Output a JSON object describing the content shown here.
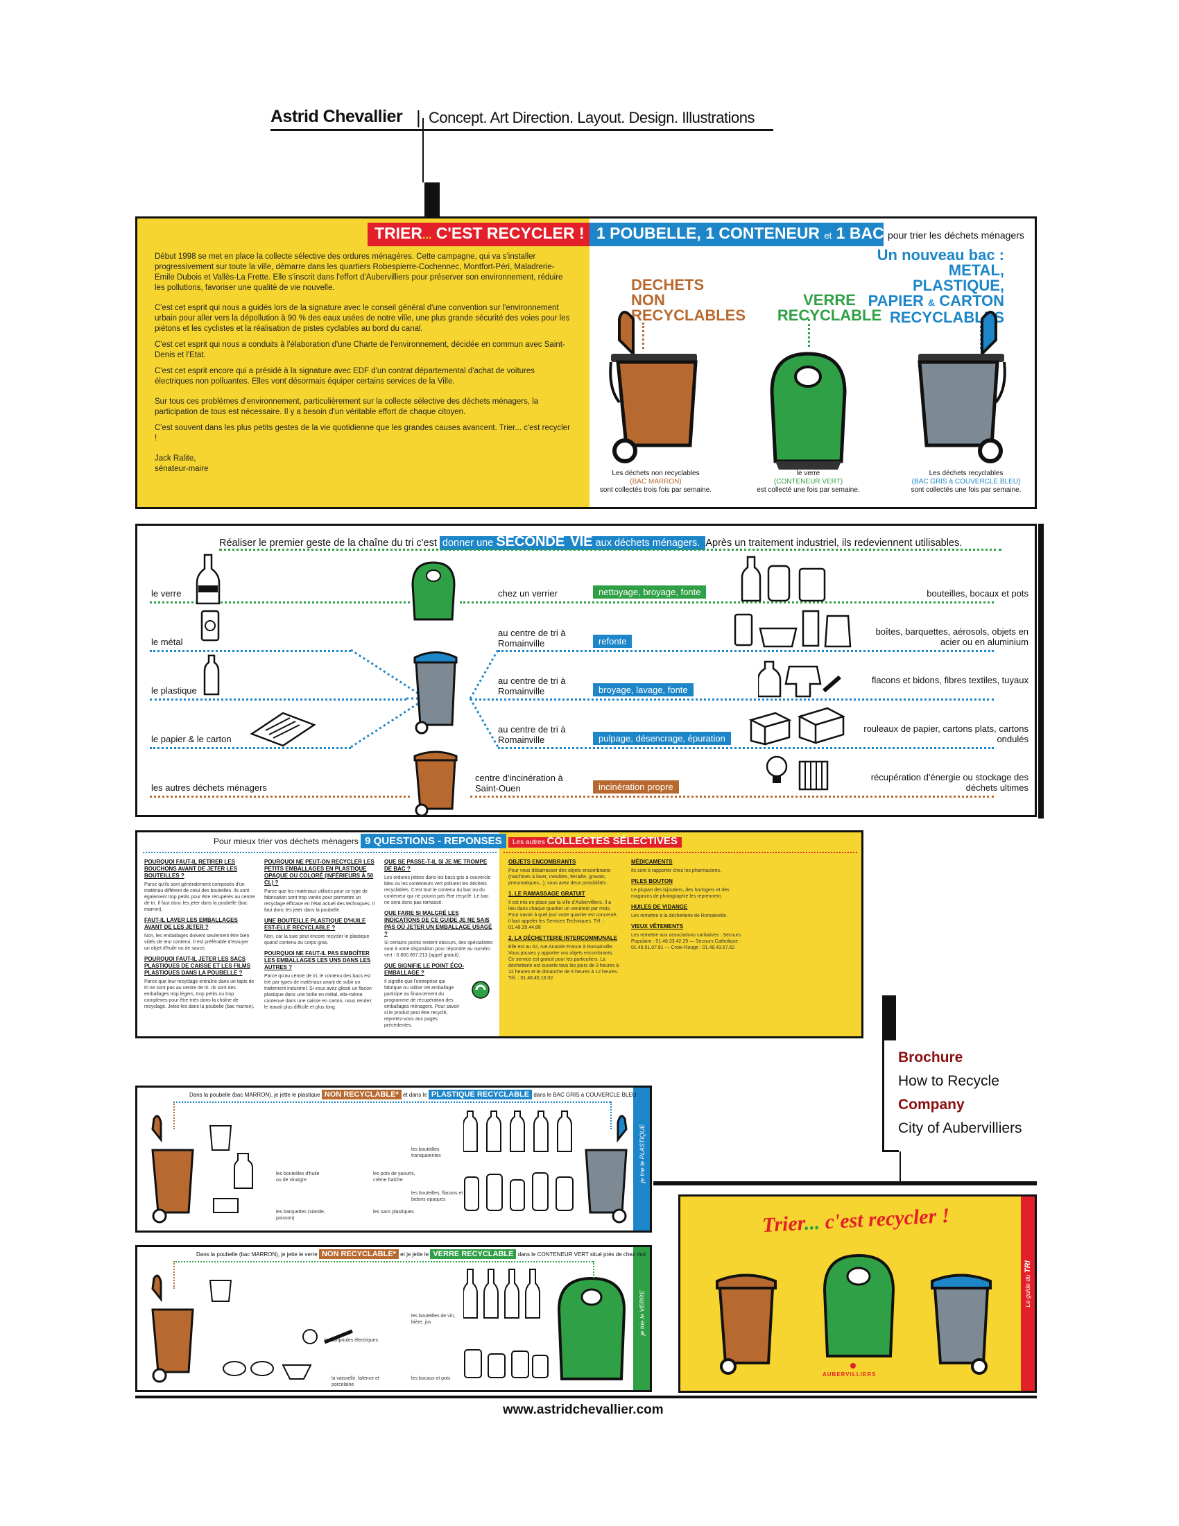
{
  "header": {
    "name": "Astrid Chevallier",
    "separator": "|",
    "subtitle": "Concept. Art Direction. Layout. Design. Illustrations"
  },
  "panel1": {
    "banner_left": "TRIER",
    "banner_dots": "...",
    "banner_left_2": "C'EST RECYCLER !",
    "banner_right": "1 POUBELLE, 1 CONTENEUR",
    "banner_right_et": "et",
    "banner_right_2": "1 BAC",
    "banner_right_tail": "pour trier les déchets ménagers",
    "paragraphs": [
      "Début 1998 se met en place la collecte sélective des ordures ménagères. Cette campagne, qui va s'installer progressivement sur toute la ville, démarre dans les quartiers Robespierre-Cochennec, Montfort-Péri, Maladrerie-Emile Dubois et Vallès-La Frette. Elle s'inscrit dans l'effort d'Aubervilliers pour préserver son environnement, réduire les pollutions, favoriser une qualité de vie nouvelle.",
      "C'est cet esprit qui nous a guidés lors de la signature avec le conseil général d'une convention sur l'environnement urbain pour aller vers la dépollution à 90 % des eaux usées de notre ville, une plus grande sécurité des voies pour les piétons et les cyclistes et la réalisation de pistes cyclables au bord du canal.",
      "C'est cet esprit qui nous a conduits à l'élaboration d'une Charte de l'environnement, décidée en commun avec Saint-Denis et l'Etat.",
      "C'est cet esprit encore qui a présidé à la signature avec EDF d'un contrat départemental d'achat de voitures électriques non polluantes. Elles vont désormais équiper certains services de la Ville.",
      "Sur tous ces problèmes d'environnement, particulièrement sur la collecte sélective des déchets ménagers, la participation de tous est nécessaire. Il y a besoin d'un véritable effort de chaque citoyen.",
      "C'est souvent dans les plus petits gestes de la vie quotidienne que les grandes causes avancent. Trier... c'est recycler !"
    ],
    "signature_name": "Jack Ralite,",
    "signature_title": "sénateur-maire",
    "new_bac_title": "Un nouveau bac :",
    "new_bac_1": "METAL,",
    "new_bac_2": "PLASTIQUE,",
    "new_bac_3": "PAPIER",
    "new_bac_amp": "&",
    "new_bac_4": "CARTON",
    "new_bac_5": "RECYCLABLES",
    "label_brown_1": "DECHETS",
    "label_brown_2": "NON",
    "label_brown_3": "RECYCLABLES",
    "label_green_1": "VERRE",
    "label_green_2": "RECYCLABLE",
    "caption_brown_1": "Les déchets non recyclables",
    "caption_brown_2": "(BAC MARRON)",
    "caption_brown_3": "sont collectés trois fois par semaine.",
    "caption_green_1": "le verre",
    "caption_green_2": "(CONTENEUR VERT)",
    "caption_green_3": "est collecté une fois par semaine.",
    "caption_grey_1": "Les déchets recyclables",
    "caption_grey_2": "(BAC GRIS à COUVERCLE BLEU)",
    "caption_grey_3": "sont collectés une fois par semaine."
  },
  "panel2": {
    "intro_pre": "Réaliser le premier geste de la chaîne du tri c'est",
    "intro_tag_1": "donner une",
    "intro_tag_2": "SECONDE",
    "intro_tag_3": "VIE",
    "intro_tag_4": "aux déchets ménagers.",
    "intro_post": "Après un traitement industriel, ils redeviennent utilisables.",
    "rows": [
      {
        "label": "le verre",
        "dest": "chez un verrier",
        "process": "nettoyage, broyage, fonte",
        "result": "bouteilles, bocaux et pots",
        "color": "green"
      },
      {
        "label": "le métal",
        "dest": "au centre de tri à Romainville",
        "process": "refonte",
        "result": "boîtes, barquettes, aérosols, objets en acier ou en aluminium",
        "color": "blue"
      },
      {
        "label": "le plastique",
        "dest": "au centre de tri à Romainville",
        "process": "broyage, lavage, fonte",
        "result": "flacons et bidons, fibres textiles, tuyaux",
        "color": "blue"
      },
      {
        "label": "le papier & le carton",
        "dest": "au centre de tri à Romainville",
        "process": "pulpage, désencrage, épuration",
        "result": "rouleaux de papier, cartons plats, cartons ondulés",
        "color": "blue"
      },
      {
        "label": "les autres déchets ménagers",
        "dest": "centre d'incinération à Saint-Ouen",
        "process": "incinération propre",
        "result": "récupération d'énergie ou stockage des déchets ultimes",
        "color": "brown"
      }
    ]
  },
  "panel3": {
    "intro": "Pour mieux trier vos déchets ménagers",
    "tag_qr": "9 QUESTIONS - REPONSES",
    "tag_other_pre": "Les autres",
    "tag_other": "COLLECTES SÉLECTIVES",
    "col1": [
      {
        "h": "POURQUOI FAUT-IL RETIRER LES BOUCHONS AVANT DE JETER LES BOUTEILLES ?",
        "p": "Parce qu'ils sont généralement composés d'un matériau différent de celui des bouteilles. Ils sont également trop petits pour être récupérés au centre de tri. Il faut donc les jeter dans la poubelle (bac marron)."
      },
      {
        "h": "FAUT-IL LAVER LES EMBALLAGES AVANT DE LES JETER ?",
        "p": "Non, les emballages doivent seulement être bien vidés de leur contenu. Il est préférable d'essuyer un objet d'huile ou de sauce."
      },
      {
        "h": "POURQUOI FAUT-IL JETER LES SACS PLASTIQUES DE CAISSE ET LES FILMS PLASTIQUES DANS LA POUBELLE ?",
        "p": "Parce que leur recyclage entraîne dans un tapis de tri ne sont pas au centre de tri. Ils sont des emballages trop légers, trop petits ou trop complexes pour être triés dans la chaîne de recyclage. Jetez-les dans la poubelle (bac marron)."
      }
    ],
    "col2": [
      {
        "h": "POURQUOI NE PEUT-ON RECYCLER LES PETITS EMBALLAGES EN PLASTIQUE OPAQUE OU COLORÉ (INFÉRIEURS À 50 CL) ?",
        "p": "Parce que les matériaux utilisés pour ce type de fabrication sont trop variés pour permettre un recyclage efficace en l'état actuel des techniques. Il faut donc les jeter dans la poubelle."
      },
      {
        "h": "UNE BOUTEILLE PLASTIQUE D'HUILE EST-ELLE RECYCLABLE ?",
        "p": "Non, car la suie peut encore recycler le plastique quand contenu du corps gras."
      },
      {
        "h": "POURQUOI NE FAUT-IL PAS EMBOÎTER LES EMBALLAGES LES UNS DANS LES AUTRES ?",
        "p": "Parce qu'au centre de tri, le contenu des bacs est trié par types de matériaux avant de subir un traitement industriel. Si vous avez glissé un flacon plastique dans une boîte en métal, elle-même contenue dans une caisse en carton, nous rendez le travail plus difficile et plus long."
      }
    ],
    "col3": [
      {
        "h": "QUE SE PASSE-T-IL SI JE ME TROMPE DE BAC ?",
        "p": "Les ordures jetées dans les bacs gris à couvercle bleu ou les conteneurs vert polluent les déchets recyclables. C'est tout le contenu du bac ou du conteneur qui ne pourra pas être recyclé. Le bac ne sera donc pas ramassé."
      },
      {
        "h": "QUE FAIRE SI MALGRÉ LES INDICATIONS DE CE GUIDE JE NE SAIS PAS OÙ JETER UN EMBALLAGE USAGÉ ?",
        "p": "Si certains points restent obscurs, des spécialistes sont à votre disposition pour répondre au numéro vert : 0.800.867.213 (appel gratuit)."
      },
      {
        "h": "QUE SIGNIFIE LE POINT ÉCO-EMBALLAGE ?",
        "p": "Il signifie que l'entreprise qui fabrique ou utilise cet emballage participe au financement du programme de récupération des emballages ménagers. Pour savoir si le produit peut être recyclé, reportez-vous aux pages précédentes."
      }
    ],
    "col4": [
      {
        "h": "OBJETS ENCOMBRANTS",
        "p": "Pour vous débarrasser des objets encombrants (machines à laver, meubles, ferraille, gravats, pneumatiques...), vous avez deux possibilités :"
      },
      {
        "h": "1. LE RAMASSAGE GRATUIT",
        "p": "Il est mis en place par la ville d'Aubervilliers. Il a lieu dans chaque quartier un vendredi par mois. Pour savoir à quel jour votre quartier est concerné, il faut appeler les Services Techniques. Tél. : 01.48.39.44.88"
      },
      {
        "h": "2. LA DÉCHETTERIE INTERCOMMUNALE",
        "p": "Elle est au 62, rue Anatole France à Romainville. Vous pouvez y apporter vos objets encombrants. Ce service est gratuit pour les particuliers. La déchetterie est ouverte tous les jours de 9 heures à 12 heures et le dimanche de 9 heures à 12 heures. Tél. : 01.48.45.16.02"
      }
    ],
    "col5": [
      {
        "h": "MÉDICAMENTS",
        "p": "Ils sont à rapporter chez les pharmaciens."
      },
      {
        "h": "PILES BOUTON",
        "p": "Le plupart des bijoutiers, des horlogers et des magasins de photographie les reprennent."
      },
      {
        "h": "HUILES DE VIDANGE",
        "p": "Les remettre à la déchetterie de Romainville."
      },
      {
        "h": "VIEUX VÊTEMENTS",
        "p": "Les remettre aux associations caritatives : Secours Populaire : 01.48.33.42.29 — Secours Catholique : 01.49.51.07.81 — Croix-Rouge : 01.48.43.67.62"
      }
    ]
  },
  "side_info": {
    "label_1": "Brochure",
    "value_1": "How to Recycle",
    "label_2": "Company",
    "value_2": "City of Aubervilliers"
  },
  "panel4": {
    "intro": "Dans la poubelle (bac MARRON), je jette le plastique",
    "tag_1": "NON RECYCLABLE*",
    "mid": "et dans le",
    "tag_2": "PLASTIQUE RECYCLABLE",
    "tail": "dans le BAC GRIS à COUVERCLE BLEU",
    "side": "je trie le PLASTIQUE",
    "notes": [
      "les bouteilles d'huile ou de vinaigre",
      "les pots de yaourts, crème fraîche",
      "les barquettes (viande, poisson)",
      "les sacs plastiques",
      "les bouteilles transparentes",
      "les bouteilles, flacons et bidons opaques"
    ]
  },
  "panel5": {
    "intro": "Dans la poubelle (bac MARRON), je jette le verre",
    "tag_1": "NON RECYCLABLE*",
    "mid": "et je jette le",
    "tag_2": "VERRE RECYCLABLE",
    "tail": "dans le CONTENEUR VERT situé près de chez moi",
    "side": "je trie le VERRE",
    "notes": [
      "la vaisselle, faïence et porcelaine",
      "les ampoules électriques",
      "les bouteilles de vin, bière, jus",
      "les bocaux et pots"
    ]
  },
  "cover": {
    "title_1": "Trier",
    "title_dots": "...",
    "title_2": "c'est recycler !",
    "logo": "AUBERVILLIERS",
    "side_pre": "Le guide du",
    "side_main": "TRI"
  },
  "footer": {
    "url_pre": "www.",
    "url_bold": "astrid",
    "url_post": "chevallier.com"
  },
  "colors": {
    "yellow": "#f6d530",
    "red": "#e3202a",
    "blue": "#1d86c9",
    "green": "#2fa045",
    "brown": "#b8692f",
    "grey": "#7d8a93",
    "darkred": "#8a1010"
  }
}
